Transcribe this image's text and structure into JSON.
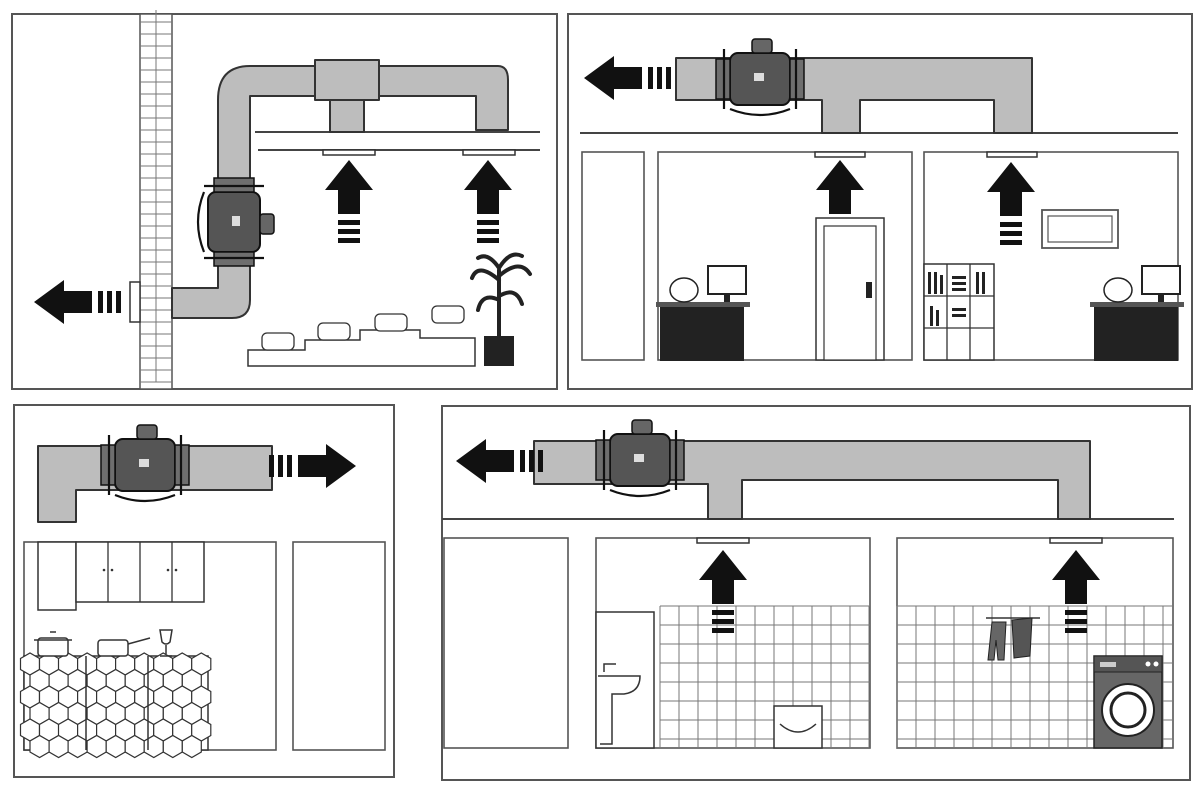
{
  "panels": [
    {
      "id": "panel-1",
      "scene": "house-with-stairs",
      "fans": 1,
      "air_outlets": 2
    },
    {
      "id": "panel-2",
      "scene": "office",
      "fans": 1,
      "air_outlets": 2
    },
    {
      "id": "panel-3",
      "scene": "kitchen",
      "fans": 1,
      "air_outlets": 0
    },
    {
      "id": "panel-4",
      "scene": "bathroom-and-laundry",
      "fans": 1,
      "air_outlets": 2
    }
  ],
  "colors": {
    "duct": "#bdbdbd",
    "outline": "#333333",
    "arrow": "#111111",
    "fan": "#555555"
  }
}
